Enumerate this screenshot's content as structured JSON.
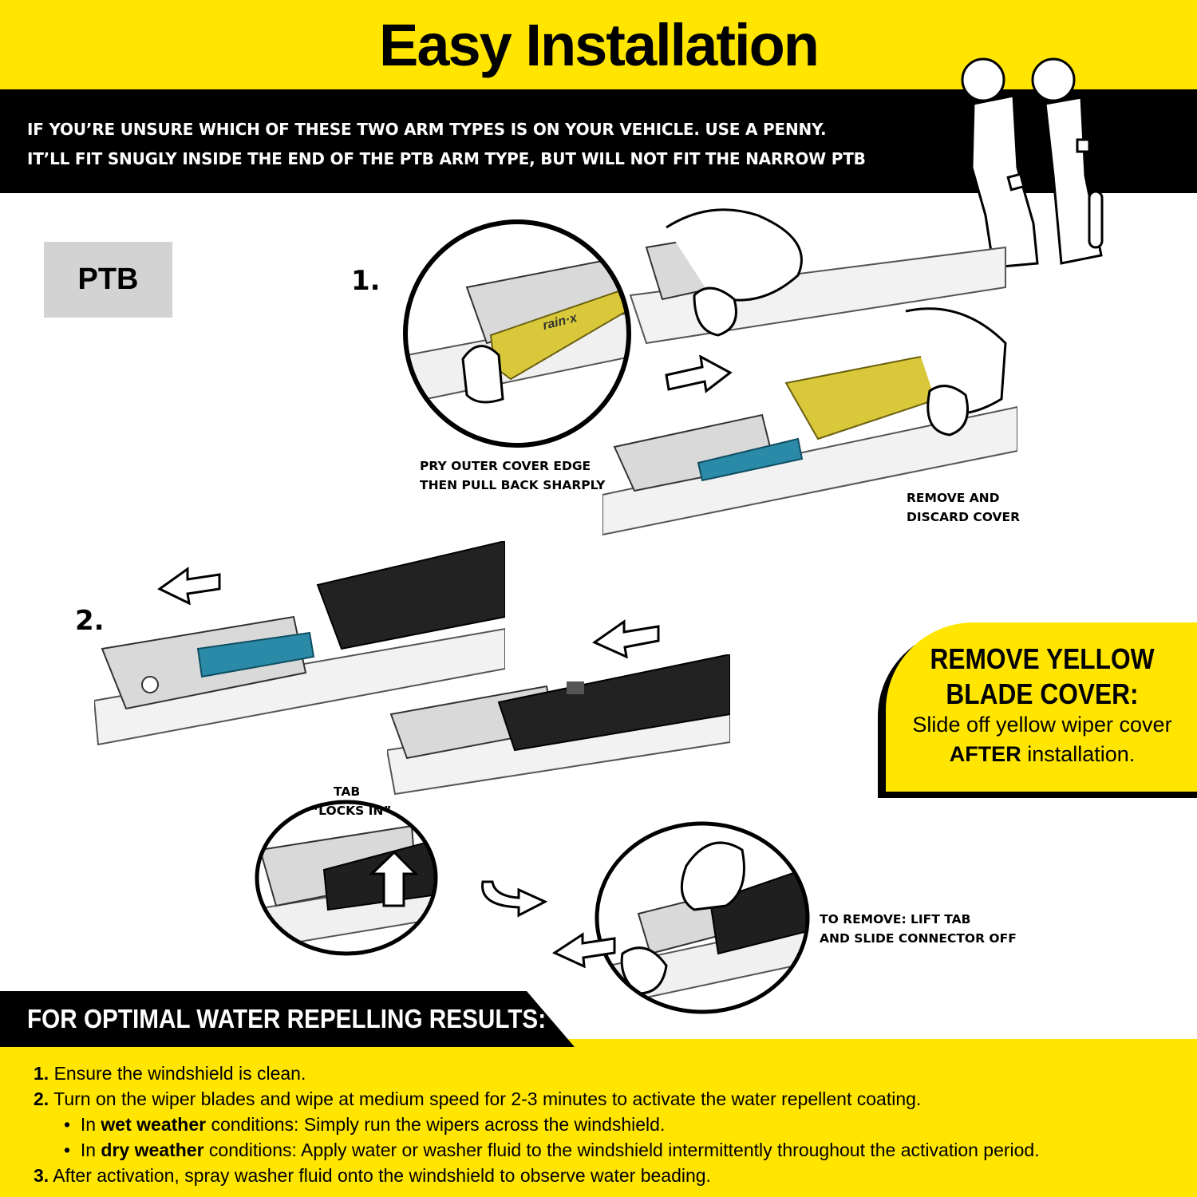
{
  "title": "Easy Installation",
  "info": {
    "line1": "IF YOU’RE UNSURE WHICH OF THESE TWO ARM TYPES IS ON YOUR VEHICLE. USE A PENNY.",
    "line2": "IT’LL FIT SNUGLY INSIDE THE END OF THE PTB ARM TYPE, BUT WILL NOT FIT THE NARROW PTB"
  },
  "ptb_label": "PTB",
  "step1": {
    "number": "1.",
    "caption_pry_1": "PRY OUTER COVER EDGE",
    "caption_pry_2": "THEN PULL BACK SHARPLY",
    "caption_remove_1": "REMOVE AND",
    "caption_remove_2": "DISCARD COVER"
  },
  "step2": {
    "number": "2.",
    "tab_1": "TAB",
    "tab_2": "“LOCKS IN”",
    "remove_1": "TO REMOVE: LIFT TAB",
    "remove_2": "AND SLIDE CONNECTOR OFF"
  },
  "brand_mark": "rain·x",
  "card": {
    "title_1": "REMOVE YELLOW",
    "title_2": "BLADE COVER:",
    "body_1": "Slide off yellow wiper cover",
    "body_2_bold": "AFTER",
    "body_2_rest": " installation."
  },
  "bottom": {
    "heading": "FOR OPTIMAL WATER REPELLING RESULTS:",
    "i1_num": "1.",
    "i1_text": " Ensure the windshield is clean.",
    "i2_num": "2.",
    "i2_text": " Turn on the wiper blades and wipe at medium speed for 2-3 minutes to activate the water repellent coating.",
    "b1_pre": "In ",
    "b1_bold": "wet weather",
    "b1_text": " conditions: Simply run the wipers across the windshield.",
    "b2_pre": "In ",
    "b2_bold": "dry weather",
    "b2_text": " conditions: Apply water or washer fluid to the windshield intermittently throughout the activation period.",
    "i3_num": "3.",
    "i3_text": " After activation, spray washer fluid onto the windshield to observe water beading."
  },
  "colors": {
    "yellow": "#ffe500",
    "black": "#000000",
    "teal": "#2a8aa8",
    "cover": "#d8c83a",
    "grey_box": "#d3d3d3"
  }
}
